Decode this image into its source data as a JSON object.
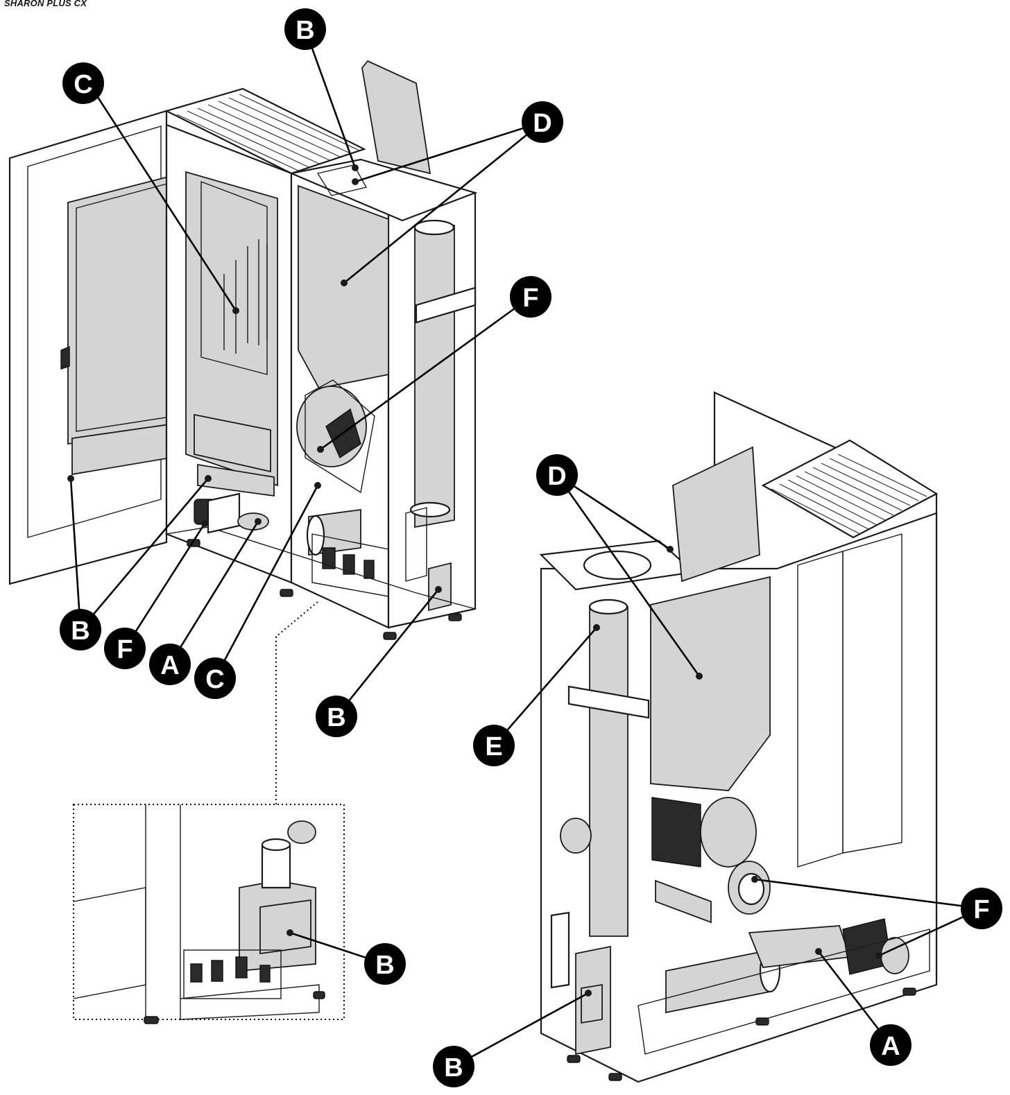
{
  "header": {
    "title": "SHARON PLUS CX"
  },
  "callouts": [
    {
      "id": "b-top",
      "label": "B"
    },
    {
      "id": "c-top",
      "label": "C"
    },
    {
      "id": "d-top",
      "label": "D"
    },
    {
      "id": "f-top",
      "label": "F"
    },
    {
      "id": "b-left",
      "label": "B"
    },
    {
      "id": "f-left",
      "label": "F"
    },
    {
      "id": "a-left",
      "label": "A"
    },
    {
      "id": "c-left",
      "label": "C"
    },
    {
      "id": "b-mid",
      "label": "B"
    },
    {
      "id": "b-inset",
      "label": "B"
    },
    {
      "id": "d-right",
      "label": "D"
    },
    {
      "id": "e-right",
      "label": "E"
    },
    {
      "id": "f-right",
      "label": "F"
    },
    {
      "id": "a-right",
      "label": "A"
    },
    {
      "id": "b-right",
      "label": "B"
    }
  ]
}
